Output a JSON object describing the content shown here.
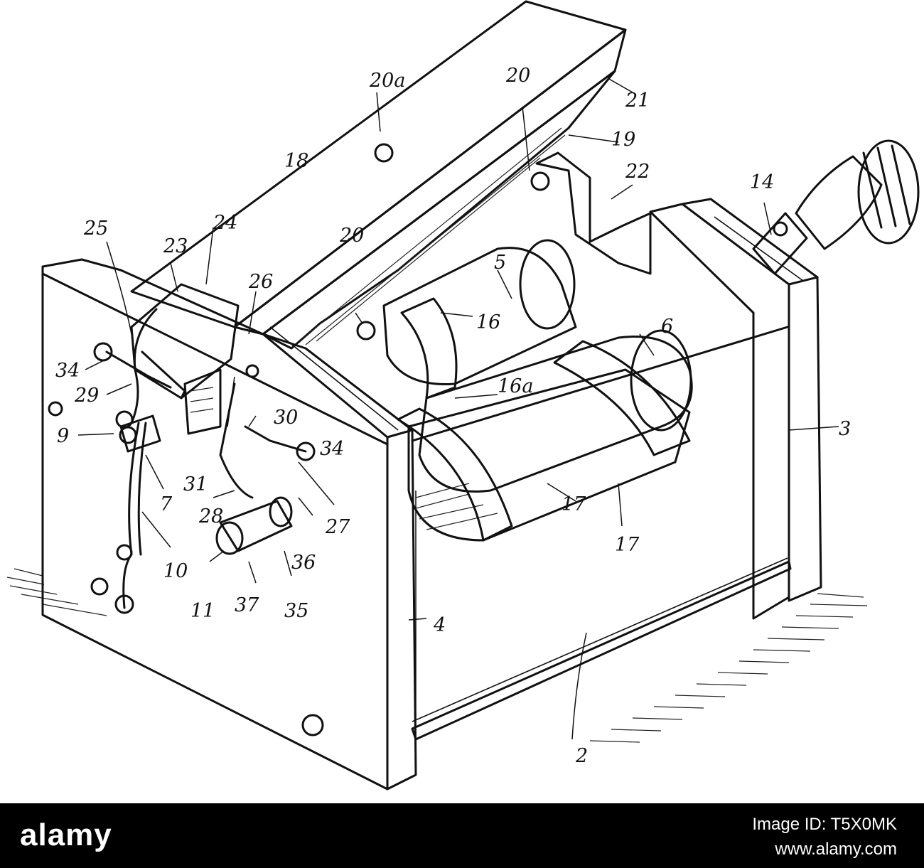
{
  "diagram": {
    "reference_numerals": {
      "n2": "2",
      "n3": "3",
      "n4": "4",
      "n5": "5",
      "n6": "6",
      "n7": "7",
      "n9": "9",
      "n10": "10",
      "n11": "11",
      "n14": "14",
      "n16": "16",
      "n16a": "16a",
      "n17a": "17",
      "n17b": "17",
      "n18": "18",
      "n19": "19",
      "n20a": "20a",
      "n20_top": "20",
      "n20_mid": "20",
      "n21": "21",
      "n22": "22",
      "n23": "23",
      "n24": "24",
      "n25": "25",
      "n26": "26",
      "n27": "27",
      "n28": "28",
      "n29": "29",
      "n30": "30",
      "n31": "31",
      "n34_left": "34",
      "n34_right": "34",
      "n35": "35",
      "n36": "36",
      "n37": "37"
    }
  },
  "footer": {
    "logo": "alamy",
    "image_id": "Image ID: T5X0MK",
    "url": "www.alamy.com"
  }
}
